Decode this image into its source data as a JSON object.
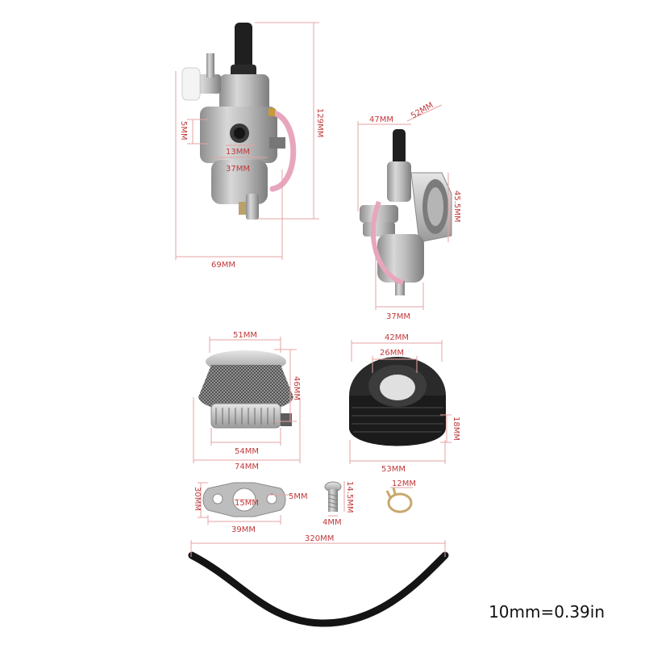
{
  "labels": {
    "carb_front_height": "129MM",
    "carb_front_width": "69MM",
    "carb_front_inner_13": "13MM",
    "carb_front_inner_37": "37MM",
    "carb_front_5": "5MM",
    "carb_side_top_47": "47MM",
    "carb_side_top_52": "52MM",
    "carb_side_right_45": "45.5MM",
    "carb_side_bottom_37": "37MM",
    "filter_top_51": "51MM",
    "filter_side_46": "46MM",
    "filter_inner_54": "54MM",
    "filter_bottom_74": "74MM",
    "adapter_top_42": "42MM",
    "adapter_inner_26": "26MM",
    "adapter_side_18": "18MM",
    "adapter_bottom_53": "53MM",
    "gasket_side_30": "30MM",
    "gasket_mid_15": "15MM",
    "gasket_right_5": "5MM",
    "gasket_bottom_39": "39MM",
    "bolt_side_14": "14.5MM",
    "bolt_bottom_4": "4MM",
    "clip_top_12": "12MM",
    "hose_320": "320MM"
  },
  "conversion_note": "10mm=0.39in"
}
